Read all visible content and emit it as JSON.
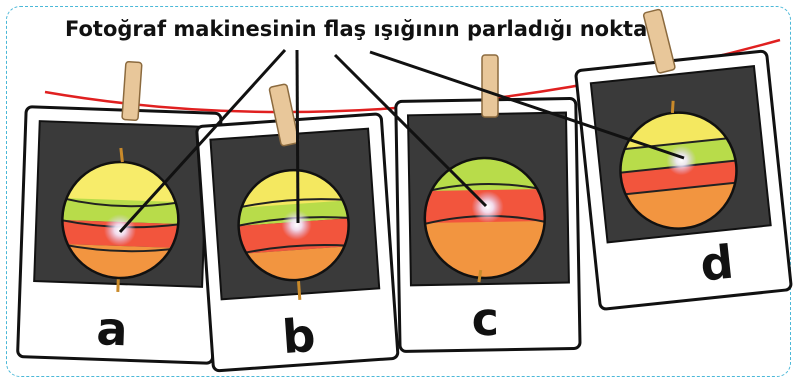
{
  "caption": "Fotoğraf makinesinin flaş ışığının parladığı nokta",
  "photos": [
    {
      "label": "a",
      "bands_top_to_bottom": [
        "#f7ec6a",
        "#b8dc4a",
        "#f2553d",
        "#f29540"
      ]
    },
    {
      "label": "b",
      "bands_top_to_bottom": [
        "#f4e860",
        "#b8dc4a",
        "#f2553d",
        "#f29540"
      ]
    },
    {
      "label": "c",
      "bands_top_to_bottom": [
        "#b8dc4a",
        "#f2553d",
        "#f29540"
      ]
    },
    {
      "label": "d",
      "bands_top_to_bottom": [
        "#f4e860",
        "#b8dc4a",
        "#f2553d",
        "#f29540"
      ]
    }
  ],
  "colors": {
    "frame_border": "#4bb8d8",
    "string": "#e02020",
    "photo_background": "#3a3a3a",
    "clothespin": "#e8c79a",
    "flash": "#ffffff"
  }
}
